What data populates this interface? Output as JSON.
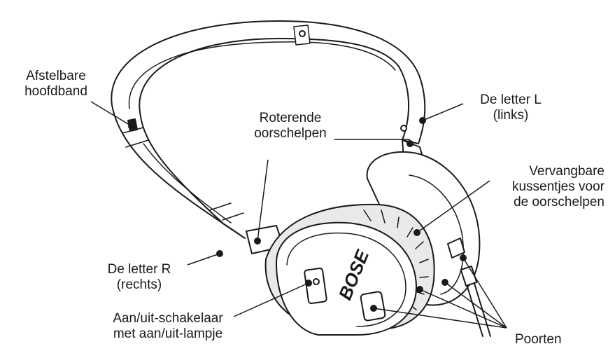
{
  "labels": {
    "headband": [
      "Afstelbare",
      "hoofdband"
    ],
    "left": [
      "De letter L",
      "(links)"
    ],
    "rotating": [
      "Roterende",
      "oorschelpen"
    ],
    "cushions": [
      "Vervangbare",
      "kussentjes voor",
      "de oorschelpen"
    ],
    "right": [
      "De letter R",
      "(rechts)"
    ],
    "power": [
      "Aan/uit-schakelaar",
      "met aan/uit-lampje"
    ],
    "ports": [
      "Poorten"
    ]
  },
  "logo": "BOSE",
  "colors": {
    "line": "#1a1a1a",
    "fill": "#ffffff",
    "shade": "#e9e9e9"
  }
}
